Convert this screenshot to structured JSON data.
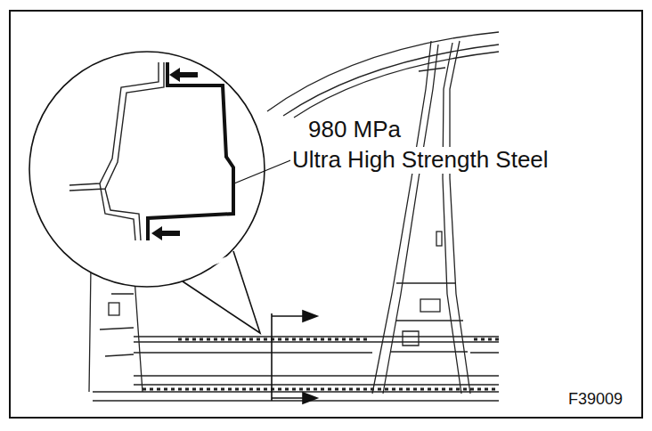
{
  "diagram": {
    "labels": [
      "980 MPa",
      "Ultra High Strength Steel",
      "F39009"
    ]
  }
}
